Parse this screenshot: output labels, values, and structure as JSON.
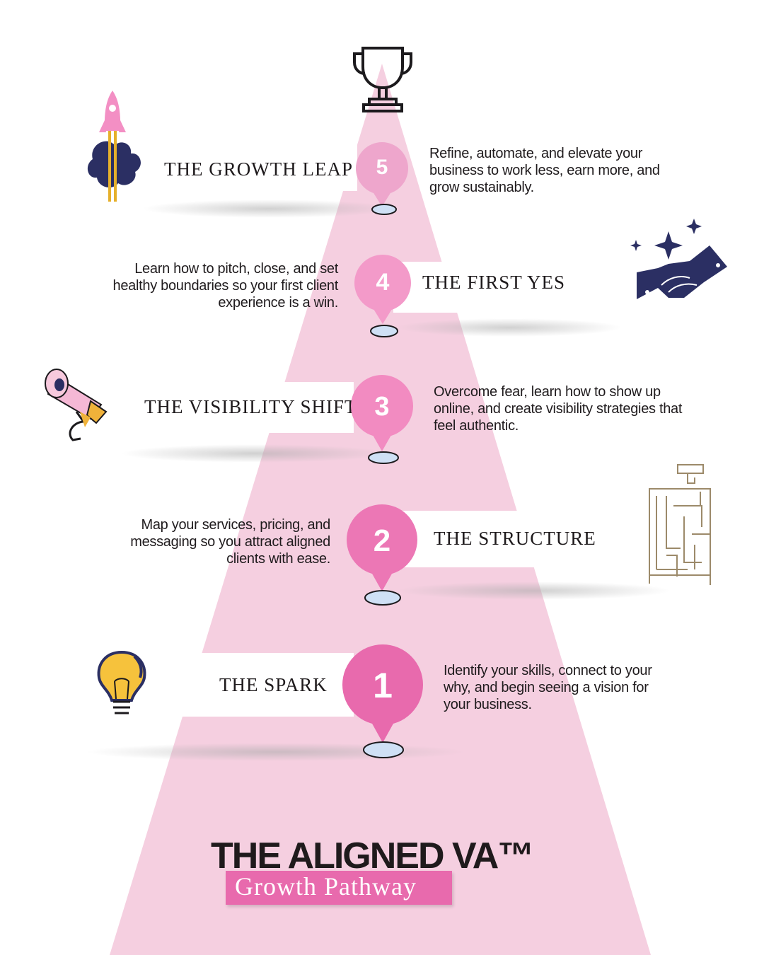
{
  "title": "THE ALIGNED VA™",
  "subtitle": "Growth Pathway",
  "colors": {
    "pyramid": "#f5cfe0",
    "pin_dark": "#e86aad",
    "pin_light": "#f0a8cf",
    "navy": "#2b2f63",
    "text": "#1f1b1d"
  },
  "stages": [
    {
      "number": "1",
      "name": "THE SPARK",
      "description": "Identify your skills, connect to your why, and begin seeing a vision for your business.",
      "icon": "lightbulb-icon"
    },
    {
      "number": "2",
      "name": "THE STRUCTURE",
      "description": "Map your services, pricing, and messaging so you attract aligned clients with ease.",
      "icon": "maze-icon"
    },
    {
      "number": "3",
      "name": "THE VISIBILITY SHIFT",
      "description": "Overcome fear, learn how to show up online, and create visibility strategies that feel authentic.",
      "icon": "megaphone-icon"
    },
    {
      "number": "4",
      "name": "THE FIRST YES",
      "description": "Learn how to pitch, close, and set healthy boundaries so your first client experience is a win.",
      "icon": "handshake-icon"
    },
    {
      "number": "5",
      "name": "THE GROWTH LEAP",
      "description": "Refine, automate, and elevate your business to work less, earn more, and grow sustainably.",
      "icon": "rocket-icon"
    }
  ],
  "top_icon": "trophy-icon"
}
